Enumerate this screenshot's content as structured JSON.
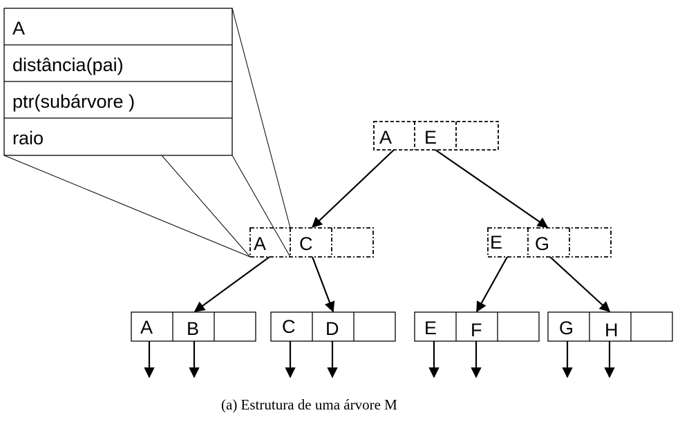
{
  "detail_box": {
    "rows": [
      "A",
      "distância(pai)",
      "ptr(subárvore )",
      "raio"
    ]
  },
  "root_node": {
    "entries": [
      "A",
      "E",
      ""
    ]
  },
  "level1_nodes": [
    {
      "entries": [
        "A",
        "C",
        ""
      ]
    },
    {
      "entries": [
        "E",
        "G",
        ""
      ]
    }
  ],
  "leaf_nodes": [
    {
      "entries": [
        "A",
        "B",
        ""
      ]
    },
    {
      "entries": [
        "C",
        "D",
        ""
      ]
    },
    {
      "entries": [
        "E",
        "F",
        ""
      ]
    },
    {
      "entries": [
        "G",
        "H",
        ""
      ]
    }
  ],
  "caption": "(a) Estrutura de uma árvore M"
}
